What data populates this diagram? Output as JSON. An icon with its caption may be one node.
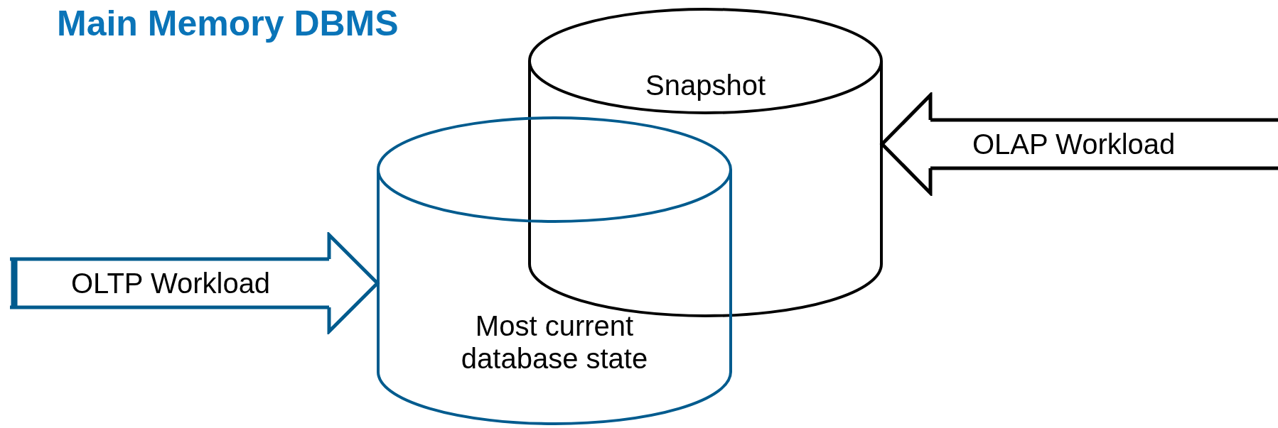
{
  "diagram": {
    "title": "Main Memory DBMS",
    "nodes": [
      {
        "text": [
          "Snapshot"
        ]
      },
      {
        "text": [
          "Most current database state"
        ]
      }
    ],
    "edges": [
      {
        "from": null,
        "to": 1,
        "arrow": "to",
        "label": "OLTP Workload",
        "color": "#005b8e"
      },
      {
        "from": null,
        "to": 0,
        "arrow": "to",
        "label": "OLAP Workload",
        "color": "#000000"
      }
    ]
  }
}
